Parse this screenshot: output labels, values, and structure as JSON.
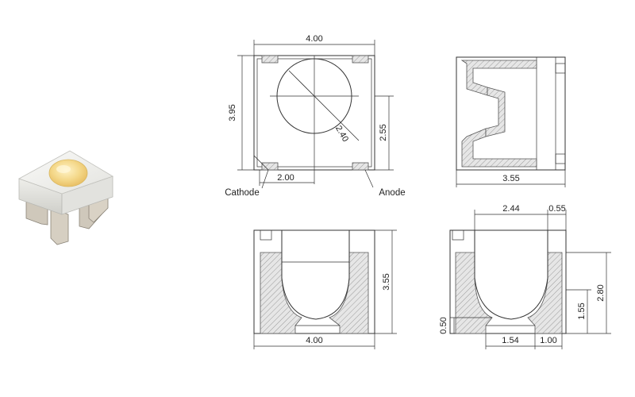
{
  "colors": {
    "package_white": "#f2f2ef",
    "lens_yellow": "#f2d27a",
    "metal": "#c9c2b6",
    "line": "#333333",
    "hatch": "#9a9a9a"
  },
  "top_view": {
    "width": "4.00",
    "height": "3.95",
    "lens_diameter": "2.40",
    "pad_span": "2.55",
    "pad_offset": "2.00",
    "cathode_label": "Cathode",
    "anode_label": "Anode"
  },
  "side_view": {
    "length": "3.55"
  },
  "front_section": {
    "width": "4.00",
    "height": "3.55"
  },
  "detail_section": {
    "cavity_width": "2.44",
    "wall_width": "0.55",
    "total_height": "2.80",
    "lower_height": "1.55",
    "base_height": "0.50",
    "pad_width": "1.54",
    "pad_gap": "1.00"
  }
}
